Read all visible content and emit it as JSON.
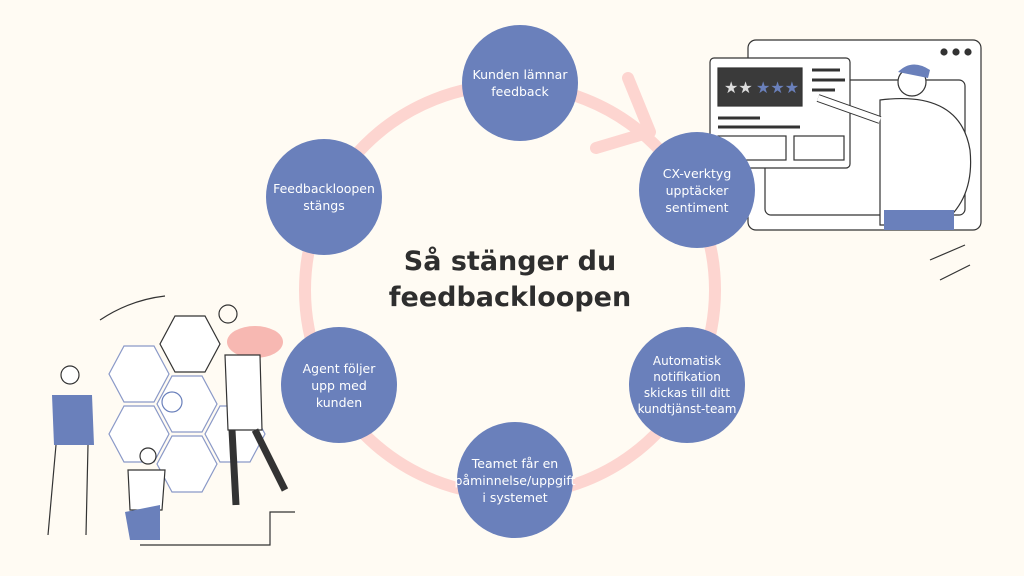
{
  "title": {
    "line1": "Så stänger du",
    "line2": "feedbackloopen"
  },
  "steps": [
    {
      "label": "Kunden lämnar feedback"
    },
    {
      "label": "CX-verktyg upptäcker sentiment"
    },
    {
      "label": "Automatisk notifikation skickas till ditt kundtjänst-team"
    },
    {
      "label": "Teamet får en påminnelse/uppgift i systemet"
    },
    {
      "label": "Agent följer upp med kunden"
    },
    {
      "label": "Feedbackloopen stängs"
    }
  ],
  "colors": {
    "node": "#6a80bb",
    "ring": "#fdd5d0",
    "background": "#fffbf3"
  }
}
